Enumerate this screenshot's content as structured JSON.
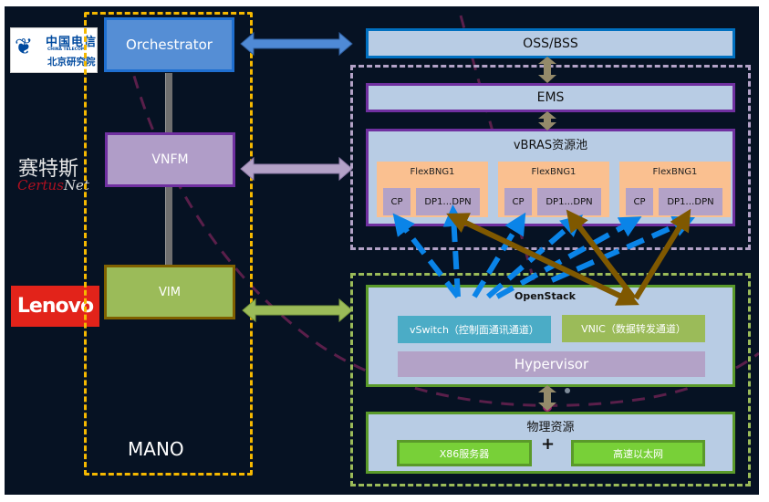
{
  "logos": {
    "china_telecom": {
      "icon": "china-telecom-logo-icon",
      "line1": "中国电信",
      "line2": "CHINA TELECOM",
      "line3": "北京研究院"
    },
    "certusnet": {
      "cn": "赛特斯",
      "en_red": "Certus",
      "en_white": "Net"
    },
    "lenovo": {
      "text": "Lenovo"
    }
  },
  "mano": {
    "label": "MANO",
    "orchestrator": "Orchestrator",
    "vnfm": "VNFM",
    "vim": "VIM"
  },
  "right": {
    "oss_bss": "OSS/BSS",
    "ems": "EMS",
    "vbras_pool": {
      "title": "vBRAS资源池",
      "instances": [
        {
          "name": "FlexBNG1",
          "cp": "CP",
          "dp": "DP1…DPN"
        },
        {
          "name": "FlexBNG1",
          "cp": "CP",
          "dp": "DP1…DPN"
        },
        {
          "name": "FlexBNG1",
          "cp": "CP",
          "dp": "DP1…DPN"
        }
      ]
    },
    "openstack": {
      "title": "OpenStack",
      "vswitch": "vSwitch（控制面通讯通道）",
      "vnic": "VNIC（数据转发通道）",
      "hypervisor": "Hypervisor"
    },
    "physical": {
      "title": "物理资源",
      "server": "X86服务器",
      "plus": "+",
      "ethernet": "高速以太网"
    }
  },
  "colors": {
    "background": "#061223",
    "mano_border": "#f5b800",
    "orchestrator": "#4f8ad6",
    "vnfm": "#b09dc8",
    "vim": "#9bbb59",
    "box_fill": "#b8cce4",
    "flexbng": "#fac090",
    "cp_dp": "#b3a2c7",
    "vswitch": "#4bacc6",
    "control_arrow": "#0a84e8",
    "data_arrow": "#7f5800",
    "server_green": "#78d038"
  }
}
